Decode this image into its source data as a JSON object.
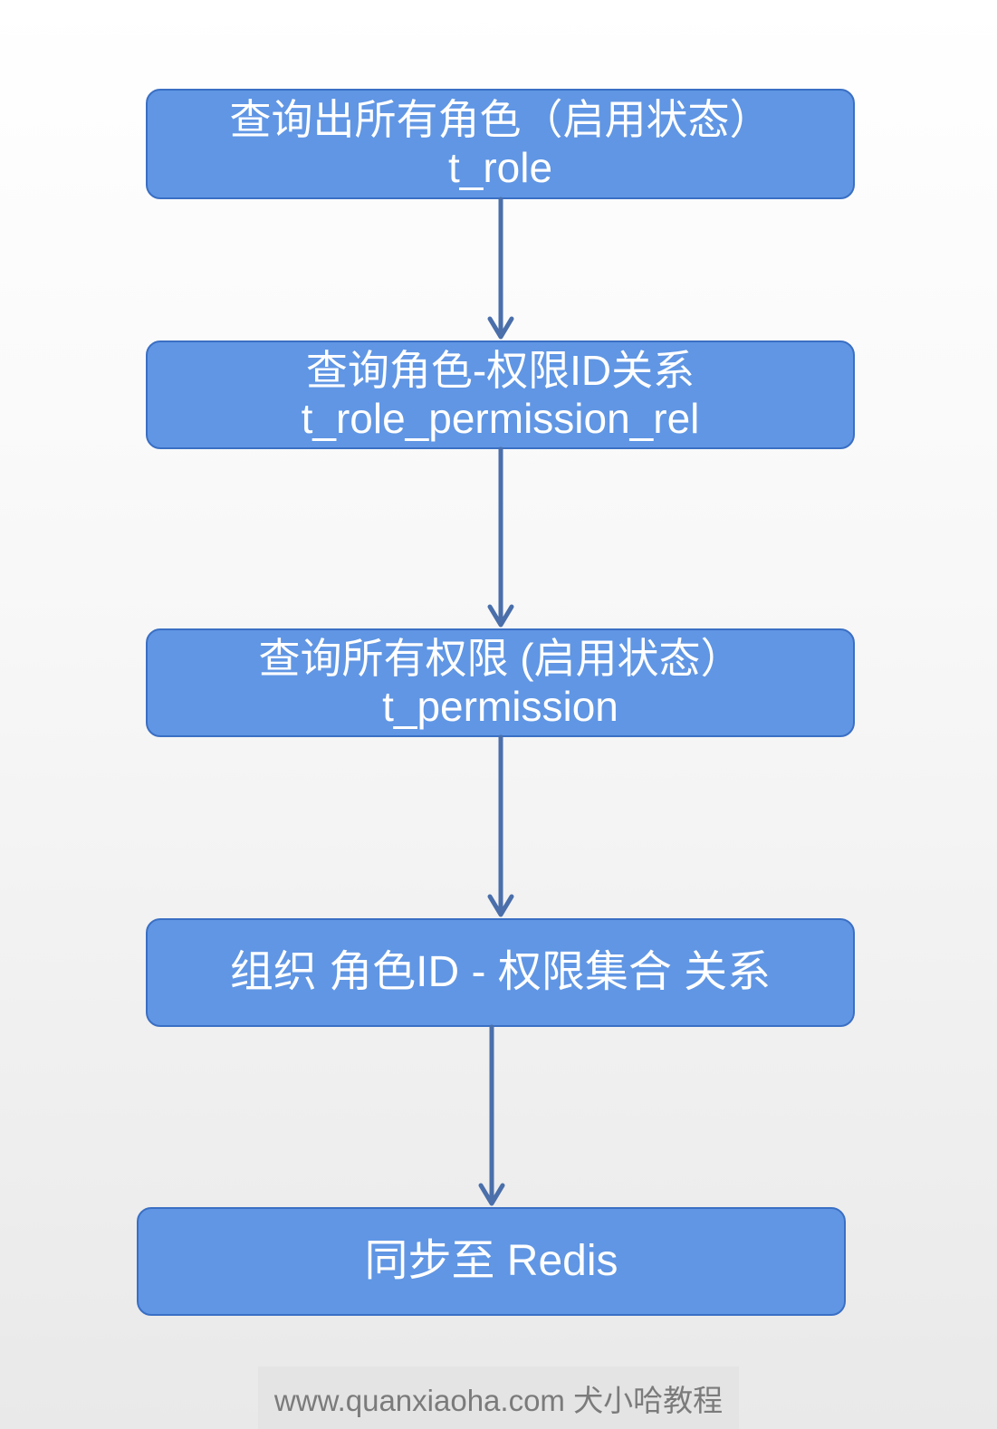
{
  "flow": {
    "steps": [
      {
        "line1": "查询出所有角色（启用状态）",
        "line2": "t_role"
      },
      {
        "line1": "查询角色-权限ID关系",
        "line2": "t_role_permission_rel"
      },
      {
        "line1": "查询所有权限 (启用状态）",
        "line2": "t_permission"
      },
      {
        "line1": "组织 角色ID - 权限集合 关系"
      },
      {
        "line1": "同步至 Redis"
      }
    ],
    "box_color": "#6096e4",
    "border_color": "#3a6fc4",
    "arrow_color": "#4a6faa"
  },
  "watermark": {
    "text": "www.quanxiaoha.com 犬小哈教程"
  }
}
